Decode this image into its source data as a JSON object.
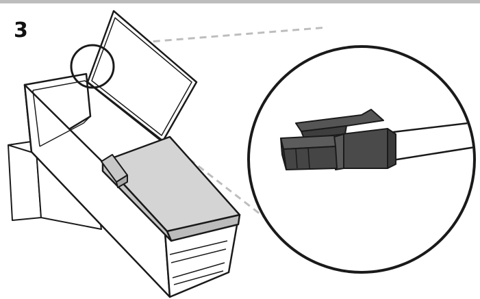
{
  "step": {
    "number": "3"
  },
  "colors": {
    "rule": "#bdbdbd",
    "outline": "#1a1a1a",
    "unit_fill": "#d4d4d4",
    "connector_fill": "#4a4a4a",
    "callout_line": "#bdbdbd"
  },
  "icons": {
    "appliance": "chest-freezer-with-open-lid",
    "detail": "two-pin-wire-connector"
  }
}
